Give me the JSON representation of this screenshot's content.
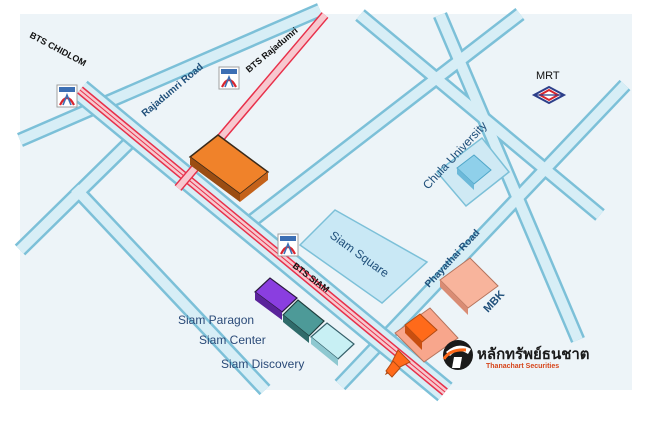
{
  "roads": {
    "rajadumri": "Rajadumri Road",
    "phayathai": "Phayathai Road"
  },
  "stations": {
    "chidlom": "BTS CHIDLOM",
    "rajadumri": "BTS Rajadumri",
    "siam": "BTS SIAM",
    "bts_badge": "BTS"
  },
  "places": {
    "chula": "Chula University",
    "siam_square": "Siam Square",
    "mbk": "MBK",
    "siam_paragon": "Siam Paragon",
    "siam_center": "Siam Center",
    "siam_discovery": "Siam Discovery"
  },
  "mrt": {
    "label": "MRT"
  },
  "brand": {
    "thai": "หลักทรัพย์ธนชาต",
    "english": "Thanachart Securities"
  },
  "colors": {
    "road_fill": "#d7eef6",
    "road_edge": "#7cc0d8",
    "bts_line": "#e8304a",
    "area_fill": "#edf4f8",
    "highlight": "#ff6a1a"
  }
}
